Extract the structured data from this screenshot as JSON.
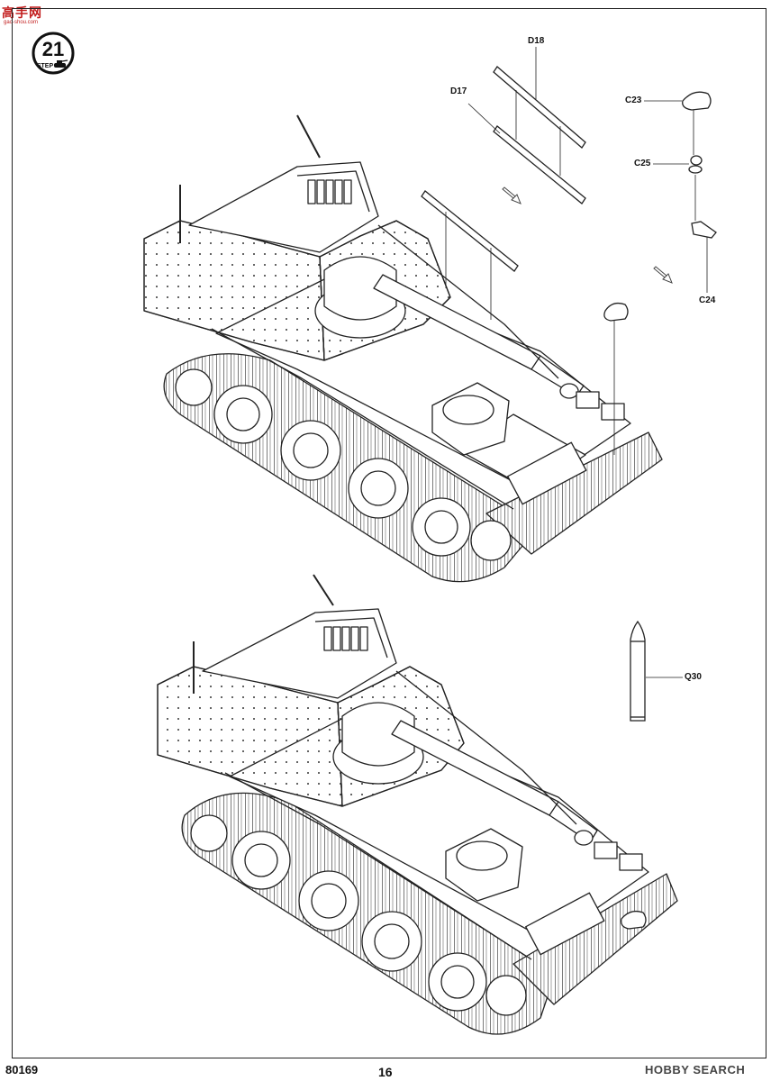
{
  "watermark": {
    "site_name": "高手网",
    "site_url": "gao-shou.com"
  },
  "step": {
    "number": "21",
    "label": "STEP"
  },
  "parts": {
    "d18": "D18",
    "d17": "D17",
    "c23": "C23",
    "c25": "C25",
    "c24": "C24",
    "q30": "Q30"
  },
  "footer": {
    "kit_code": "80169",
    "page_number": "16",
    "source_mark": "HOBBY SEARCH"
  }
}
